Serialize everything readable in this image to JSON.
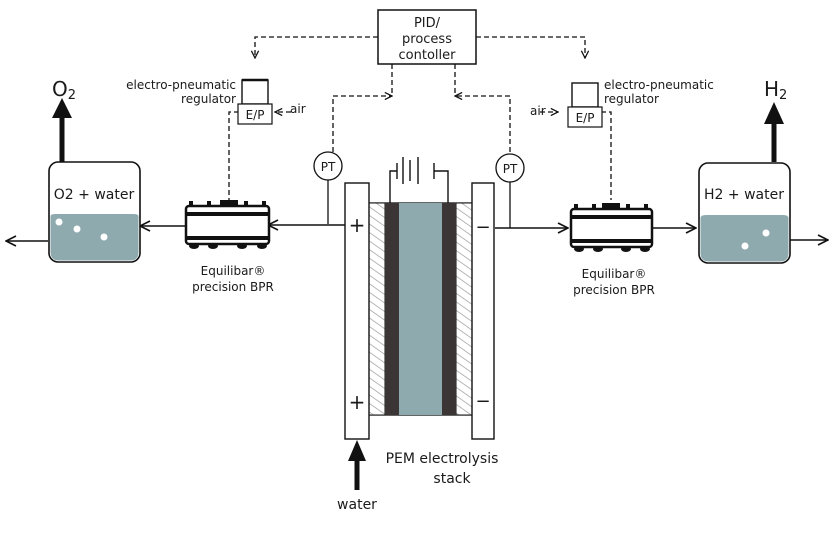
{
  "controller": {
    "line1": "PID/",
    "line2": "process",
    "line3": "contoller"
  },
  "left": {
    "gas_label": "O",
    "gas_sub": "2",
    "tank_label": "O2 + water",
    "regulator_line1": "electro-pneumatic",
    "regulator_line2": "regulator",
    "ep_label": "E/P",
    "air_label": "air",
    "bpr_line1": "Equilibar®",
    "bpr_line2": "precision BPR",
    "pt_label": "PT",
    "electrode_sign": "+"
  },
  "right": {
    "gas_label": "H",
    "gas_sub": "2",
    "tank_label": "H2 + water",
    "regulator_line1": "electro-pneumatic",
    "regulator_line2": "regulator",
    "ep_label": "E/P",
    "air_label": "air",
    "bpr_line1": "Equilibar®",
    "bpr_line2": "precision BPR",
    "pt_label": "PT",
    "electrode_sign": "−"
  },
  "stack": {
    "line1": "PEM electrolysis",
    "line2": "stack"
  },
  "inlet": {
    "label": "water"
  },
  "colors": {
    "water": "#8faaae",
    "membrane": "#8faaae",
    "electrode": "#3b3535",
    "line": "#111111"
  }
}
